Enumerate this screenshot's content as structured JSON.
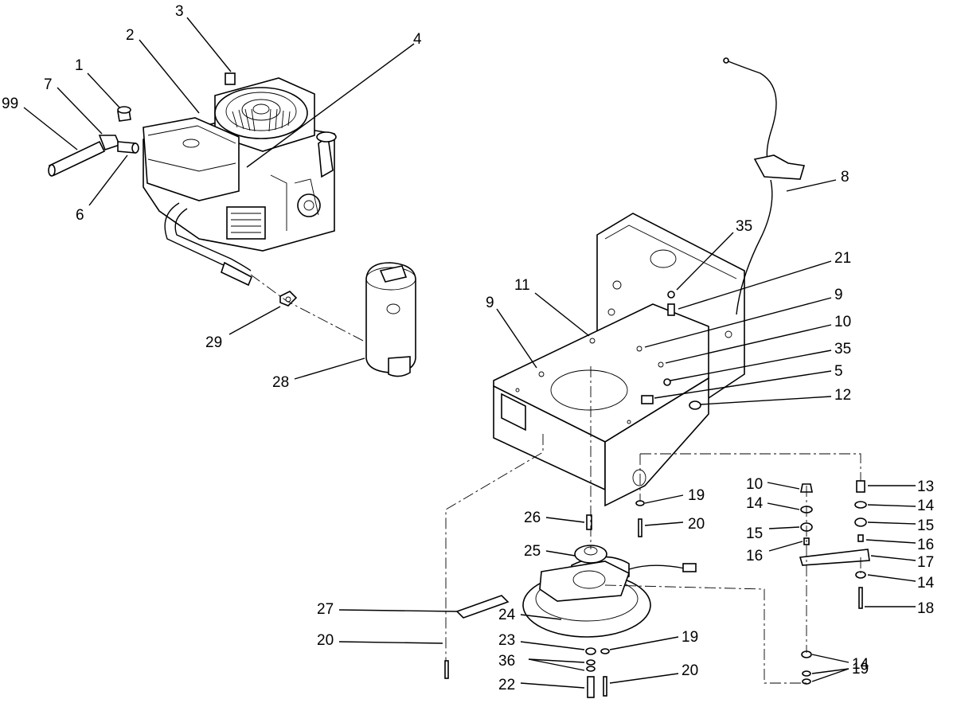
{
  "labels": {
    "p99": "99",
    "p7": "7",
    "p1": "1",
    "p2": "2",
    "p3": "3",
    "p4": "4",
    "p6": "6",
    "p29": "29",
    "p28": "28",
    "p8": "8",
    "p35a": "35",
    "p21": "21",
    "p11": "11",
    "p9a": "9",
    "p9b": "9",
    "p10a": "10",
    "p35b": "35",
    "p5": "5",
    "p12": "12",
    "p13": "13",
    "p10b": "10",
    "p14a": "14",
    "p14b": "14",
    "p15a": "15",
    "p15b": "15",
    "p16a": "16",
    "p16b": "16",
    "p17": "17",
    "p14c": "14",
    "p18": "18",
    "p14d": "14",
    "p19a": "19",
    "p19b": "19",
    "p19c": "19",
    "p20a": "20",
    "p20b": "20",
    "p20c": "20",
    "p26": "26",
    "p25": "25",
    "p27": "27",
    "p24": "24",
    "p23": "23",
    "p36": "36",
    "p22": "22"
  }
}
